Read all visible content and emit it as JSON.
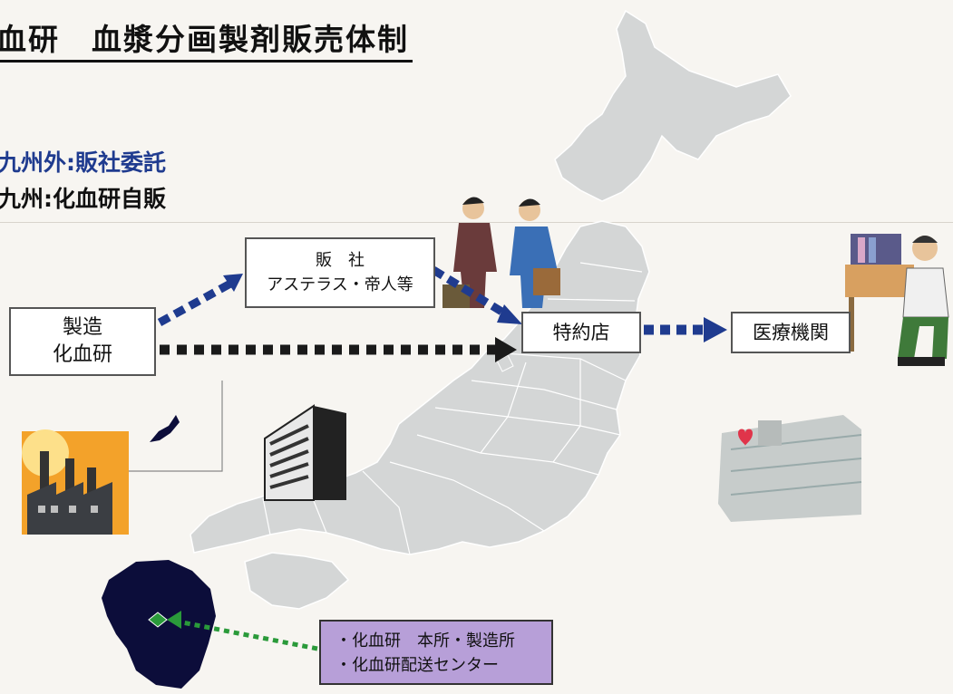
{
  "title": "血研　血漿分画製剤販売体制",
  "legend": {
    "outside": "九州外:販社委託",
    "inside": "九州:化血研自販"
  },
  "nodes": {
    "maker": {
      "line1": "製造",
      "line2": "化血研"
    },
    "hansha": {
      "line1": "販　社",
      "line2": "アステラス・帝人等"
    },
    "tokuyaku": "特約店",
    "iryo": "医療機関"
  },
  "kyushu_box": {
    "line1": "・化血研　本所・製造所",
    "line2": "・化血研配送センター"
  },
  "colors": {
    "map_fill": "#d4d6d6",
    "map_stroke": "#ffffff",
    "kyushu_fill": "#0c0d3a",
    "arrow_blue": "#1f3b8f",
    "arrow_dark": "#1a1a1a",
    "arrow_green": "#2a9a3a",
    "box_purple": "#b79fd8"
  }
}
